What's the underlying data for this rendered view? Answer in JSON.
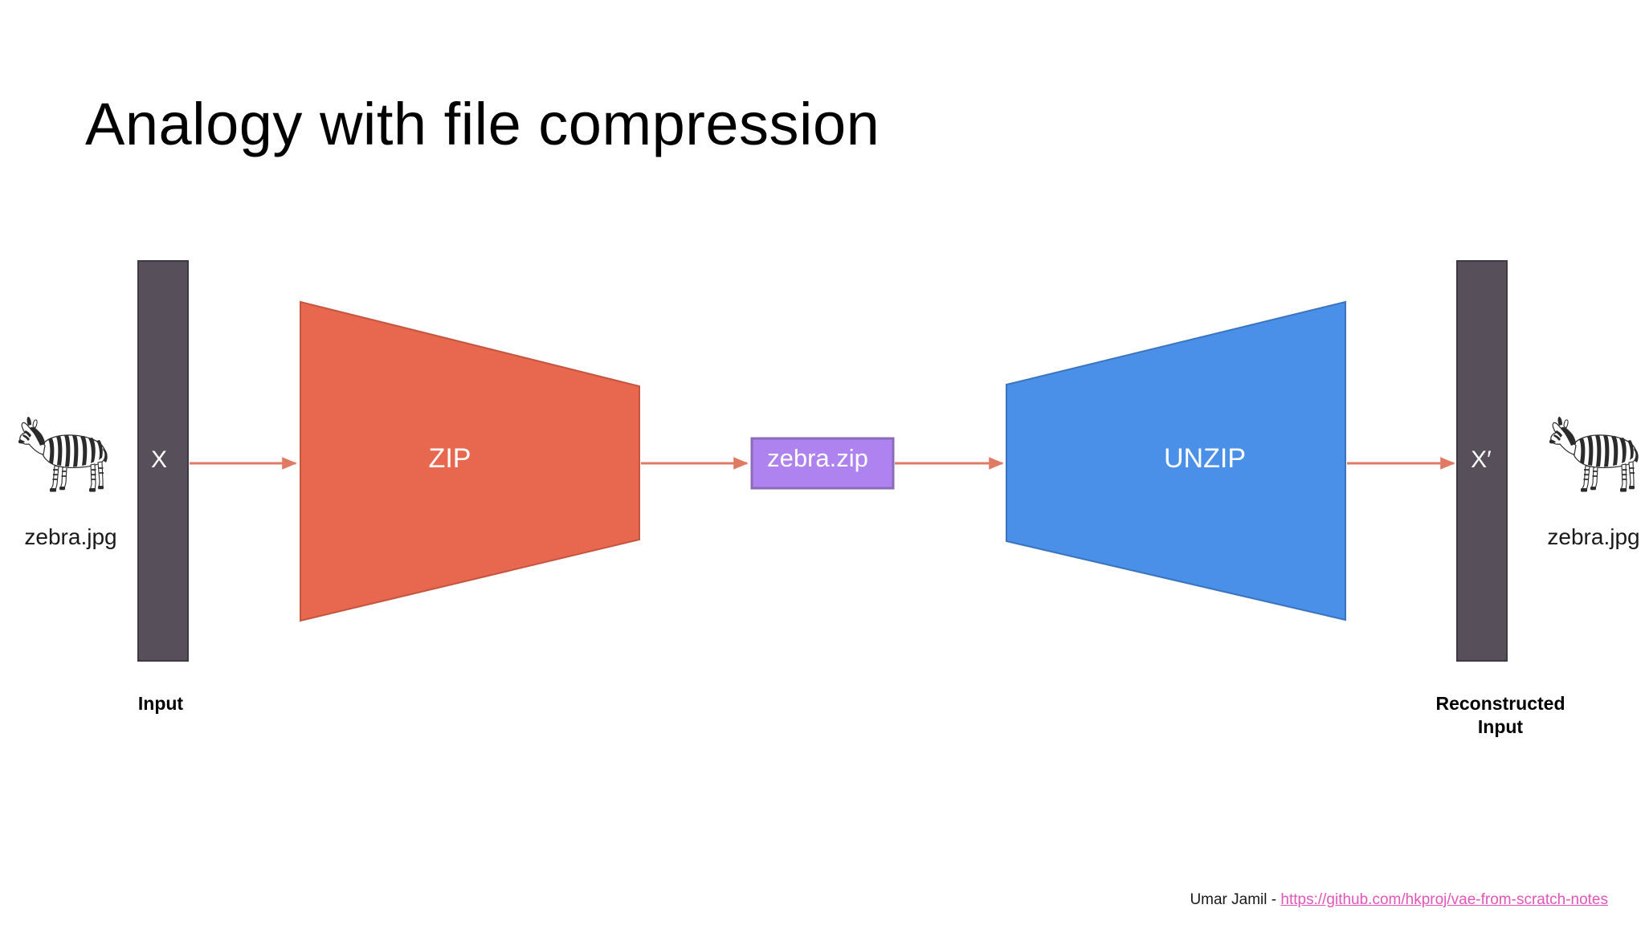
{
  "slide": {
    "title": "Analogy with file compression",
    "background_color": "#ffffff"
  },
  "colors": {
    "bar_fill": "#574F5A",
    "bar_stroke": "#3E3844",
    "encoder_fill": "#E8684F",
    "encoder_stroke": "#C4553F",
    "decoder_fill": "#4A90E8",
    "decoder_stroke": "#3A74BF",
    "latent_fill": "#AE82EF",
    "latent_stroke": "#8A6BB8",
    "arrow_color": "#E07A63",
    "title_color": "#000000",
    "link_color": "#E255B8",
    "shape_text_color": "#FFFFFF"
  },
  "diagram": {
    "input": {
      "bar_label": "X",
      "caption": "Input",
      "file_name": "zebra.jpg",
      "image_icon": "zebra-photo-icon"
    },
    "encoder": {
      "label": "ZIP",
      "shape": "trapezoid-narrowing-right"
    },
    "latent": {
      "label": "zebra.zip",
      "shape": "rectangle"
    },
    "decoder": {
      "label": "UNZIP",
      "shape": "trapezoid-widening-right"
    },
    "output": {
      "bar_label": "X′",
      "caption": "Reconstructed\nInput",
      "caption_line1": "Reconstructed",
      "caption_line2": "Input",
      "file_name": "zebra.jpg",
      "image_icon": "zebra-photo-icon"
    },
    "arrows": [
      {
        "name": "arrow-input-to-encoder",
        "from": "input-bar",
        "to": "encoder"
      },
      {
        "name": "arrow-encoder-to-latent",
        "from": "encoder",
        "to": "latent"
      },
      {
        "name": "arrow-latent-to-decoder",
        "from": "latent",
        "to": "decoder"
      },
      {
        "name": "arrow-decoder-to-output",
        "from": "decoder",
        "to": "output-bar"
      }
    ]
  },
  "footer": {
    "author": "Umar Jamil - ",
    "link_text": "https://github.com/hkproj/vae-from-scratch-notes"
  }
}
